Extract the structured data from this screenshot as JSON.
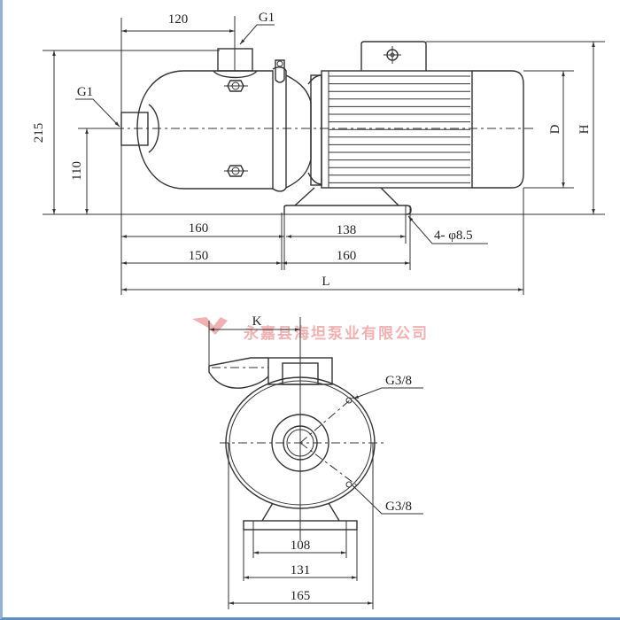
{
  "side_view": {
    "dim_outlet_offset": "120",
    "outlet_label": "G1",
    "inlet_label": "G1",
    "dim_overall_height": "215",
    "dim_center_height": "110",
    "dim_motor_diameter": "D",
    "dim_total_height": "H",
    "dim_inlet_to_foot_1": "160",
    "dim_foot_holes": "138",
    "dim_inlet_to_foot_2": "150",
    "dim_foot_length": "160",
    "dim_total_length": "L",
    "mounting_holes": "4- φ8.5"
  },
  "watermark": "永嘉县海坦泵业有限公司",
  "front_view": {
    "dim_k": "K",
    "port_top_label": "G3/8",
    "port_bottom_label": "G3/8",
    "dim_hole_spacing": "108",
    "dim_foot_width": "131",
    "dim_body_width": "165"
  },
  "colors": {
    "line": "#333333",
    "watermark": "#f0a3a3",
    "border": "#5f8fc6"
  }
}
